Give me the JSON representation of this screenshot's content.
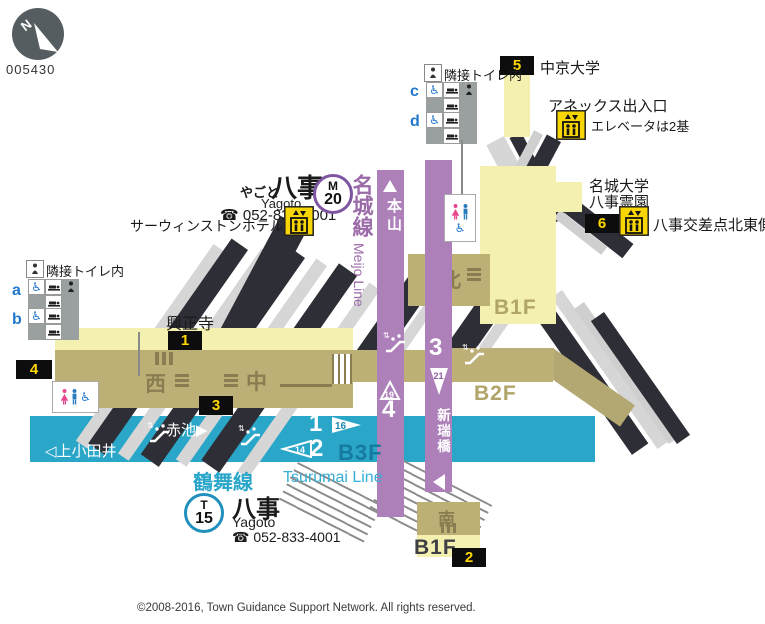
{
  "meta": {
    "plate_id": "005430",
    "copyright": "©2008-2016, Town Guidance Support Network. All rights reserved."
  },
  "compass": {
    "north_label": "N"
  },
  "station": {
    "name_ja": "八事",
    "name_kana": "やごと",
    "name_en": "Yagoto",
    "phone": "☎ 052-833-4001"
  },
  "lines": {
    "meijo": {
      "name_ja": "名城線",
      "name_en": "Meijo Line",
      "symbol": "M",
      "station_no": "20",
      "color": "#9b6aa8"
    },
    "tsurumai": {
      "name_ja": "鶴舞線",
      "name_en": "Tsurumai Line",
      "symbol": "T",
      "station_no": "15",
      "color": "#2aa6c9"
    }
  },
  "exits": {
    "1": {
      "no": "1",
      "label": "興正寺"
    },
    "2": {
      "no": "2",
      "label": ""
    },
    "3": {
      "no": "3",
      "label": ""
    },
    "4": {
      "no": "4",
      "label": ""
    },
    "5": {
      "no": "5",
      "label": "中京大学"
    },
    "6": {
      "no": "6",
      "label": "八事交差点北東側"
    }
  },
  "annex": {
    "title": "アネックス出入口",
    "elevator_note": "エレベータは2基"
  },
  "landmarks": {
    "hotel": "サーウィンストンホテル東側",
    "meijo_univ": "名城大学",
    "cemetery": "八事霊園"
  },
  "toilet": {
    "adjacent_note": "隣接トイレ内",
    "letters": {
      "a": "a",
      "b": "b",
      "c": "c",
      "d": "d"
    }
  },
  "gates": {
    "west": "西",
    "middle": "中",
    "north": "北",
    "south": "南"
  },
  "floors": {
    "b1f_north": "B1F",
    "b2f": "B2F",
    "b3f": "B3F",
    "b1f_south": "B1F"
  },
  "directions": {
    "kamiotai": "◁上小田井",
    "akaike": "赤池▶",
    "motoyama": "本山",
    "aratamabashi": "新瑞橋"
  },
  "platforms": {
    "p1": "1",
    "p2": "2",
    "p3": "3",
    "p4": "4"
  },
  "car_flags": {
    "f16": "16",
    "f14": "14",
    "f19": "19",
    "f21": "21"
  },
  "colors": {
    "meijo_purple": "#ad80ba",
    "tsurumai_blue": "#2aa6c9",
    "concourse_khaki": "#bcb077",
    "concourse_yellow": "#f3f0b0",
    "exit_badge_bg": "#0d0d0d",
    "exit_badge_text": "#ffd702",
    "band_black": "#2e2e36",
    "band_gray": "#d6d6d6",
    "elevator_yellow": "#f8d504"
  }
}
